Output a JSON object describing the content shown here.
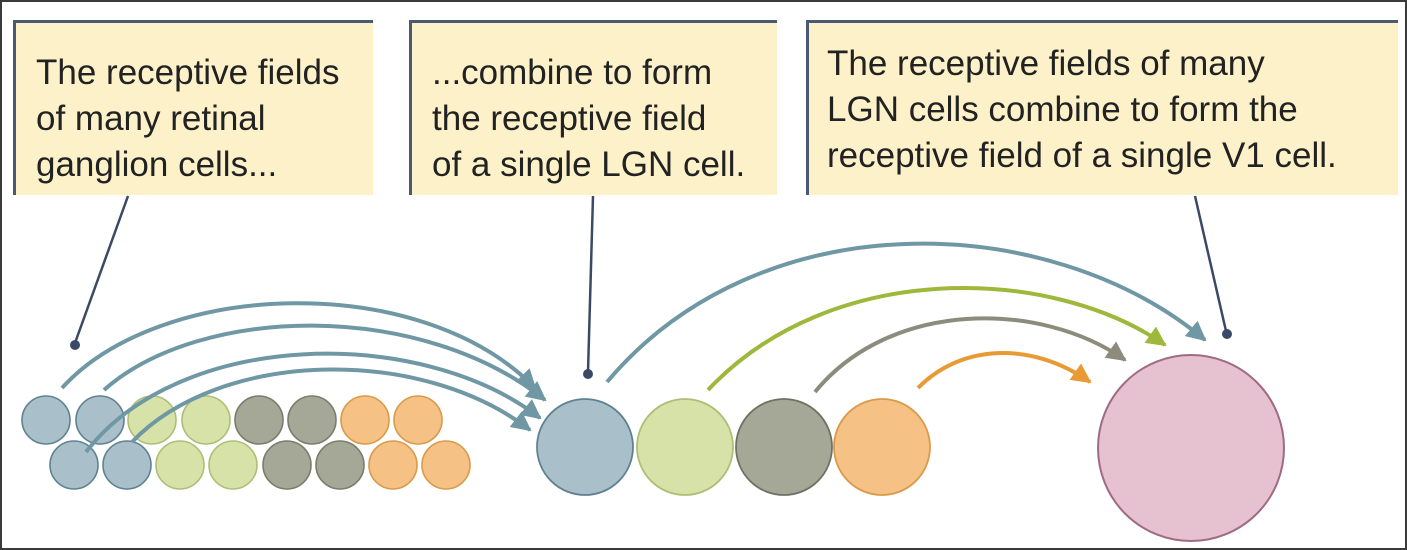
{
  "callouts": [
    {
      "lines": [
        "The receptive fields",
        "of many retinal",
        "ganglion cells..."
      ]
    },
    {
      "lines": [
        "...combine to form",
        "the receptive field",
        "of a single LGN cell."
      ]
    },
    {
      "lines": [
        "The receptive fields of many",
        "LGN cells combine to form the",
        "receptive field of a single V1 cell."
      ]
    }
  ],
  "colors": {
    "callout_bg": "#fcf1c9",
    "leader_line": "#3a4a66",
    "blue_cell": "#a9bfca",
    "green_cell": "#d6e2a8",
    "gray_cell": "#a5a896",
    "orange_cell": "#f5c184",
    "v1_cell": "#e6c2d0",
    "blue_arrow": "#6f98a4",
    "green_arrow": "#9eb83c",
    "gray_arrow": "#8d8b7c",
    "orange_arrow": "#e89a35"
  }
}
